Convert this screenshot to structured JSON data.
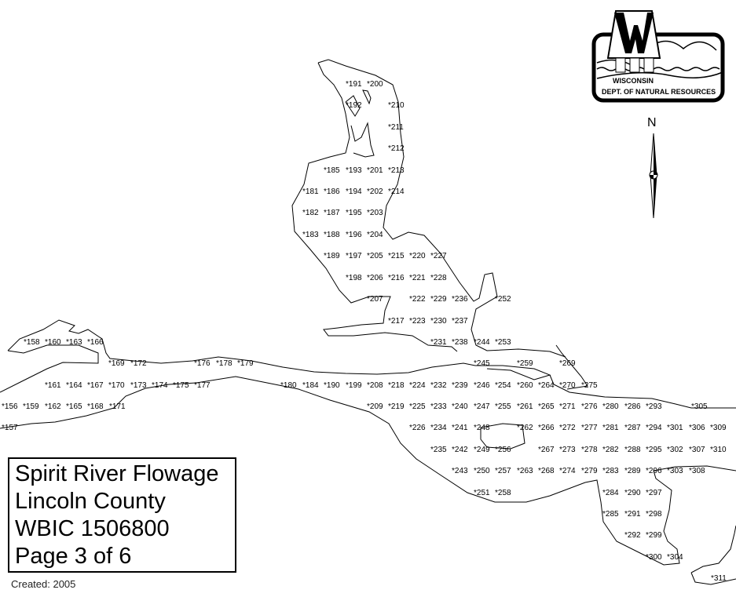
{
  "title": {
    "lines": [
      "Spirit River Flowage",
      "Lincoln County",
      "WBIC 1506800",
      "Page 3 of 6"
    ],
    "created": "Created: 2005"
  },
  "logo": {
    "line1": "WISCONSIN",
    "line2": "DEPT. OF NATURAL RESOURCES"
  },
  "north_arrow": {
    "label": "N"
  },
  "colors": {
    "shoreline": "#000000",
    "background": "#ffffff"
  },
  "points": [
    "191",
    "200",
    "192",
    "210",
    "211",
    "212",
    "185",
    "193",
    "201",
    "213",
    "181",
    "186",
    "194",
    "202",
    "214",
    "182",
    "187",
    "195",
    "203",
    "183",
    "188",
    "196",
    "204",
    "189",
    "197",
    "205",
    "215",
    "220",
    "227",
    "198",
    "206",
    "216",
    "221",
    "228",
    "207",
    "222",
    "229",
    "236",
    "252",
    "217",
    "223",
    "230",
    "237",
    "158",
    "160",
    "163",
    "166",
    "231",
    "238",
    "244",
    "253",
    "169",
    "172",
    "176",
    "178",
    "179",
    "245",
    "259",
    "269",
    "161",
    "164",
    "167",
    "170",
    "173",
    "174",
    "175",
    "177",
    "180",
    "184",
    "190",
    "199",
    "208",
    "218",
    "224",
    "232",
    "239",
    "246",
    "254",
    "260",
    "264",
    "270",
    "275",
    "156",
    "159",
    "162",
    "165",
    "168",
    "171",
    "209",
    "219",
    "225",
    "233",
    "240",
    "247",
    "255",
    "261",
    "265",
    "271",
    "276",
    "280",
    "286",
    "293",
    "305",
    "157",
    "226",
    "234",
    "241",
    "248",
    "262",
    "266",
    "272",
    "277",
    "281",
    "287",
    "294",
    "301",
    "306",
    "309",
    "235",
    "242",
    "249",
    "256",
    "267",
    "273",
    "278",
    "282",
    "288",
    "295",
    "302",
    "307",
    "310",
    "243",
    "250",
    "257",
    "263",
    "268",
    "274",
    "279",
    "283",
    "289",
    "296",
    "303",
    "308",
    "251",
    "258",
    "284",
    "290",
    "297",
    "285",
    "291",
    "298",
    "292",
    "299",
    "300",
    "304",
    "311"
  ]
}
